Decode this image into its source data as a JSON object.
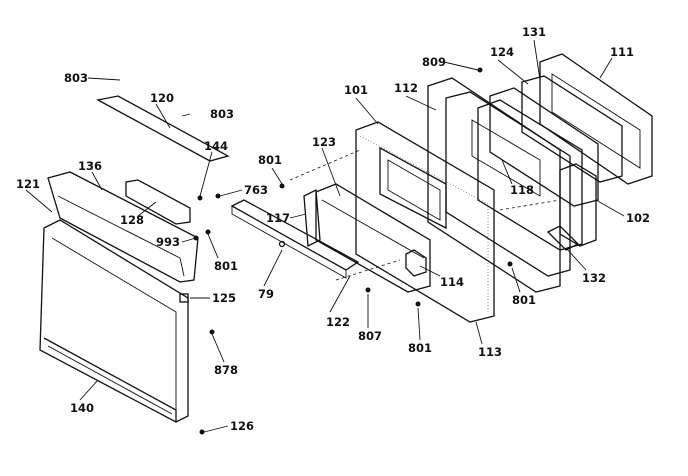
{
  "diagram": {
    "labels": [
      {
        "id": "803a",
        "text": "803"
      },
      {
        "id": "120",
        "text": "120"
      },
      {
        "id": "803b",
        "text": "803"
      },
      {
        "id": "136",
        "text": "136"
      },
      {
        "id": "121",
        "text": "121"
      },
      {
        "id": "144",
        "text": "144"
      },
      {
        "id": "128",
        "text": "128"
      },
      {
        "id": "763",
        "text": "763"
      },
      {
        "id": "993",
        "text": "993"
      },
      {
        "id": "801a",
        "text": "801"
      },
      {
        "id": "801b",
        "text": "801"
      },
      {
        "id": "117",
        "text": "117"
      },
      {
        "id": "79",
        "text": "79"
      },
      {
        "id": "123",
        "text": "123"
      },
      {
        "id": "101",
        "text": "101"
      },
      {
        "id": "112",
        "text": "112"
      },
      {
        "id": "809",
        "text": "809"
      },
      {
        "id": "124",
        "text": "124"
      },
      {
        "id": "131",
        "text": "131"
      },
      {
        "id": "111",
        "text": "111"
      },
      {
        "id": "118",
        "text": "118"
      },
      {
        "id": "102",
        "text": "102"
      },
      {
        "id": "132",
        "text": "132"
      },
      {
        "id": "114",
        "text": "114"
      },
      {
        "id": "122",
        "text": "122"
      },
      {
        "id": "807",
        "text": "807"
      },
      {
        "id": "801c",
        "text": "801"
      },
      {
        "id": "113",
        "text": "113"
      },
      {
        "id": "801d",
        "text": "801"
      },
      {
        "id": "125",
        "text": "125"
      },
      {
        "id": "878",
        "text": "878"
      },
      {
        "id": "140",
        "text": "140"
      },
      {
        "id": "126",
        "text": "126"
      }
    ]
  }
}
